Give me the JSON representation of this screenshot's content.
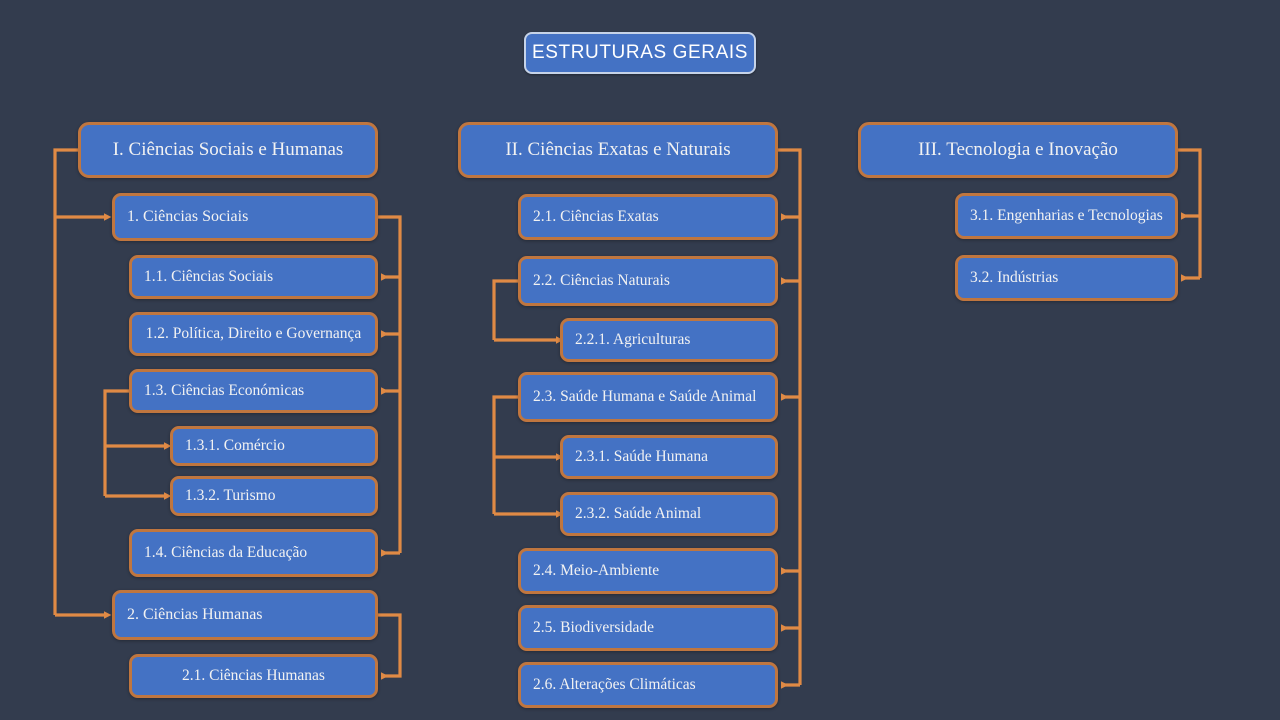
{
  "title": {
    "text": "ESTRUTURAS GERAIS"
  },
  "colors": {
    "background": "#333c4e",
    "node_fill": "#4472c4",
    "node_border": "#c0763f",
    "title_border": "#c6d3e8",
    "connector": "#e08a45",
    "text": "#f2f2f2"
  },
  "columns": [
    {
      "id": "col1",
      "root": {
        "label": "I. Ciências Sociais e Humanas"
      },
      "nodes": [
        {
          "label": "1. Ciências Sociais"
        },
        {
          "label": "1.1. Ciências Sociais"
        },
        {
          "label": "1.2. Política, Direito e Governança"
        },
        {
          "label": "1.3. Ciências Económicas"
        },
        {
          "label": "1.3.1. Comércio"
        },
        {
          "label": "1.3.2. Turismo"
        },
        {
          "label": "1.4. Ciências da Educação"
        },
        {
          "label": "2. Ciências Humanas"
        },
        {
          "label": "2.1. Ciências Humanas"
        }
      ]
    },
    {
      "id": "col2",
      "root": {
        "label": "II. Ciências Exatas e Naturais"
      },
      "nodes": [
        {
          "label": "2.1. Ciências Exatas"
        },
        {
          "label": "2.2. Ciências Naturais"
        },
        {
          "label": "2.2.1. Agriculturas"
        },
        {
          "label": "2.3. Saúde Humana e Saúde Animal"
        },
        {
          "label": "2.3.1. Saúde Humana"
        },
        {
          "label": "2.3.2. Saúde Animal"
        },
        {
          "label": "2.4. Meio-Ambiente"
        },
        {
          "label": "2.5. Biodiversidade"
        },
        {
          "label": "2.6. Alterações Climáticas"
        }
      ]
    },
    {
      "id": "col3",
      "root": {
        "label": "III. Tecnologia e Inovação"
      },
      "nodes": [
        {
          "label": "3.1. Engenharias e Tecnologias"
        },
        {
          "label": "3.2. Indústrias"
        }
      ]
    }
  ]
}
